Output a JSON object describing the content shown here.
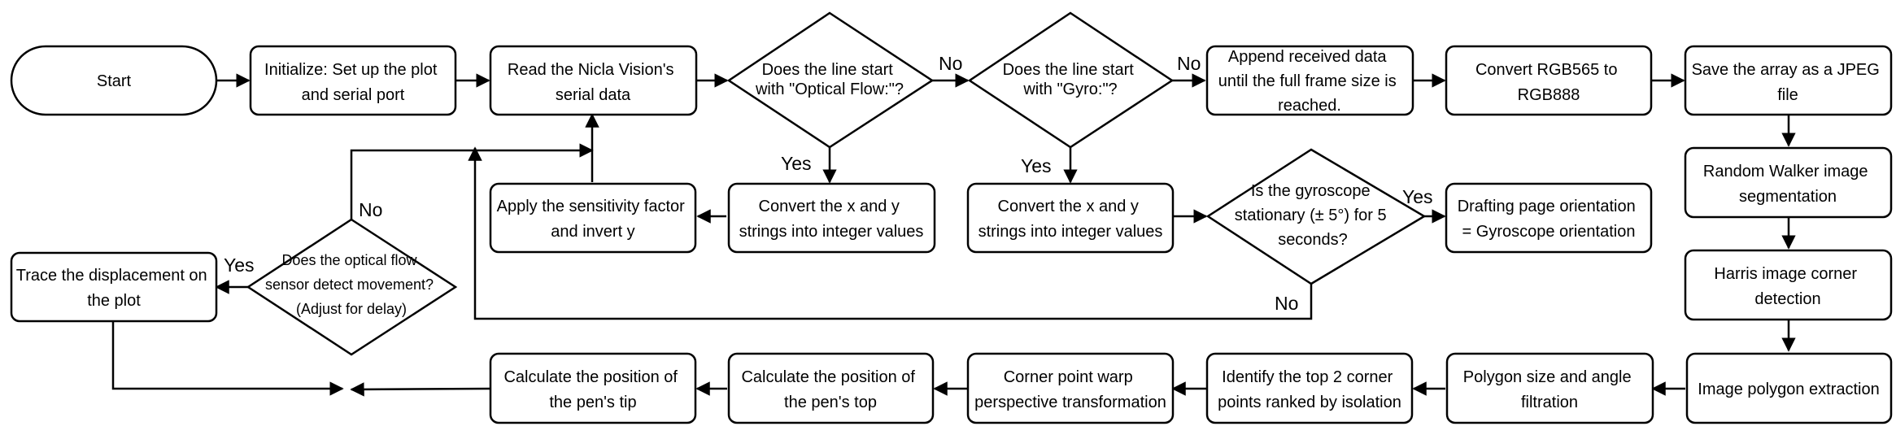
{
  "nodes": {
    "start": [
      "Start"
    ],
    "init": [
      "Initialize: Set up the plot",
      "and serial port"
    ],
    "read": [
      "Read the Nicla Vision's",
      "serial data"
    ],
    "q_optical": [
      "Does the line start",
      "with \"Optical Flow:\"?"
    ],
    "q_gyro": [
      "Does the line start",
      "with \"Gyro:\"?"
    ],
    "append": [
      "Append received data",
      "until the full frame size is",
      "reached."
    ],
    "convert_rgb": [
      "Convert RGB565 to",
      "RGB888"
    ],
    "save_jpeg": [
      "Save the array as a JPEG",
      "file"
    ],
    "random_walker": [
      "Random Walker image",
      "segmentation"
    ],
    "harris": [
      "Harris image corner",
      "detection"
    ],
    "polygon_extract": [
      "Image polygon extraction"
    ],
    "polygon_filter": [
      "Polygon size and angle",
      "filtration"
    ],
    "top_corners": [
      "Identify the top 2 corner",
      "points ranked by isolation"
    ],
    "warp": [
      "Corner point warp",
      "perspective transformation"
    ],
    "pen_top": [
      "Calculate the position of",
      "the pen's top"
    ],
    "pen_tip": [
      "Calculate the position of",
      "the pen's tip"
    ],
    "q_movement": [
      "Does the optical flow",
      "sensor detect movement?",
      "(Adjust for delay)"
    ],
    "trace": [
      "Trace the displacement on",
      "the plot"
    ],
    "sensitivity": [
      "Apply the sensitivity factor",
      "and invert y"
    ],
    "convert_xy_1": [
      "Convert the x and y",
      "strings into integer values"
    ],
    "convert_xy_2": [
      "Convert the x and y",
      "strings into integer values"
    ],
    "q_stationary": [
      "Is the gyroscope",
      "stationary (± 5°) for 5",
      "seconds?"
    ],
    "orientation": [
      "Drafting page orientation",
      "= Gyroscope orientation"
    ]
  },
  "labels": {
    "no_optical": "No",
    "yes_optical": "Yes",
    "no_gyro": "No",
    "yes_gyro": "Yes",
    "yes_stationary": "Yes",
    "no_stationary": "No",
    "yes_movement": "Yes",
    "no_movement": "No"
  }
}
